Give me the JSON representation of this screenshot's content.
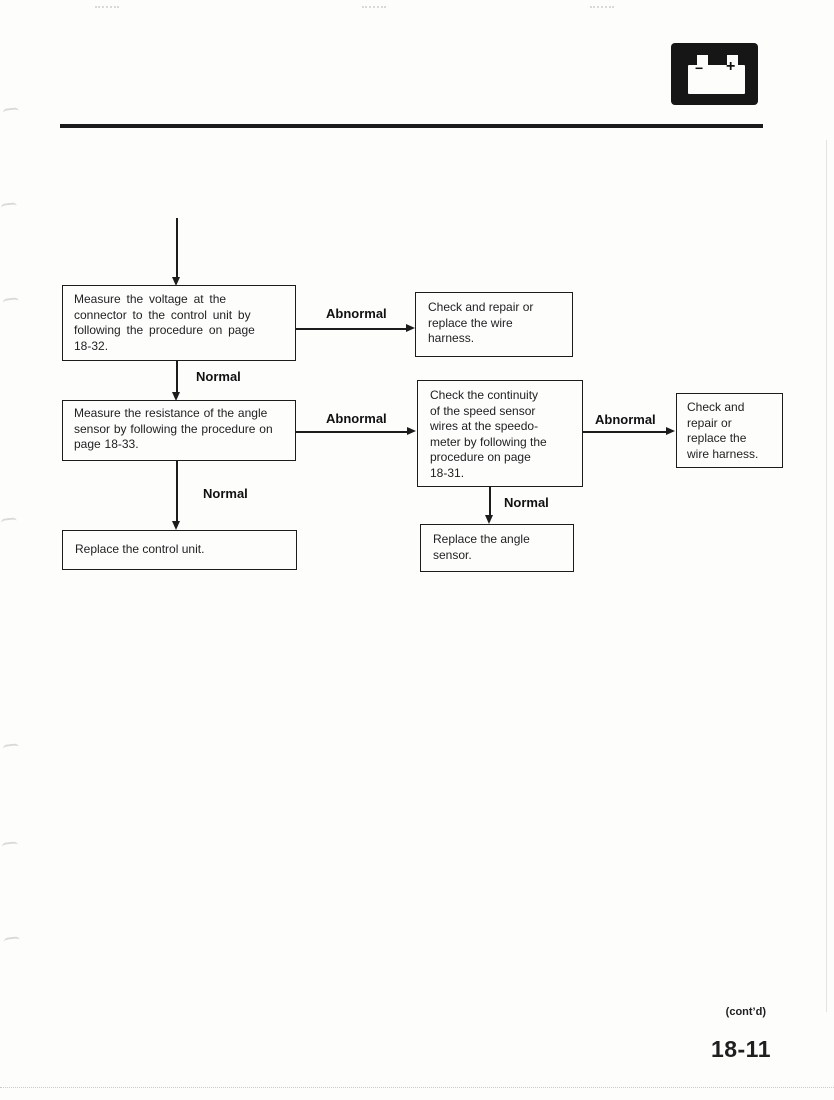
{
  "page": {
    "number": "18-11",
    "contd": "(cont’d)"
  },
  "header": {
    "icon": "battery-icon",
    "battery_minus": "−",
    "battery_plus": "+"
  },
  "flowchart": {
    "labels": {
      "abnormal": "Abnormal",
      "normal": "Normal"
    },
    "boxes": {
      "measure_voltage": "Measure the voltage at the\nconnector to the control unit by\nfollowing the procedure on page\n18-32.",
      "harness_top": "Check and repair or\nreplace the wire\nharness.",
      "measure_resistance": "Measure the resistance of the angle\nsensor by following the procedure on\npage 18-33.",
      "check_continuity": "Check the continuity\nof the speed sensor\nwires at the speedo-\nmeter by following the\nprocedure on page\n18-31.",
      "harness_right": "Check and\nrepair or\nreplace the\nwire harness.",
      "replace_control_unit": "Replace the control unit.",
      "replace_angle_sensor": "Replace the angle\nsensor."
    }
  }
}
